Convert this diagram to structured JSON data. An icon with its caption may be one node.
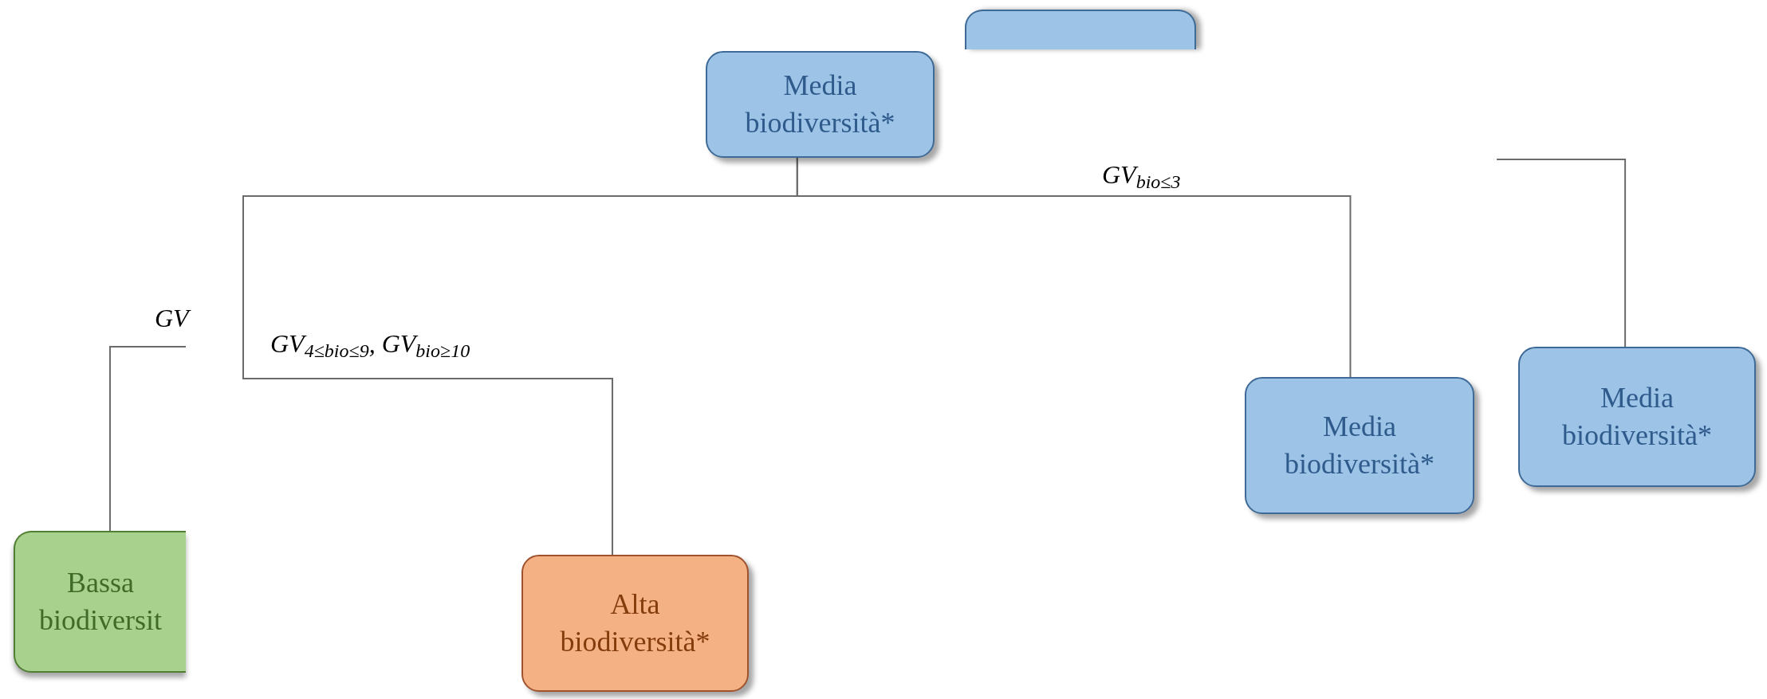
{
  "diagram": {
    "nodes": [
      {
        "text": [],
        "shape": "box"
      },
      {
        "text": [
          "Media biodiversità*"
        ]
      },
      {
        "text": [
          "Media biodiversità*"
        ]
      },
      {
        "text": [
          "Media biodiversità*"
        ]
      },
      {
        "text": [
          "Bassa biodiversit"
        ]
      },
      {
        "text": [
          "Alta biodiversità*"
        ]
      }
    ],
    "edges": [
      {
        "from": 1,
        "to": 2,
        "arrow": "none",
        "label": "GV$_{bio≤3}$"
      },
      {
        "from": 1,
        "to": 5,
        "arrow": "none",
        "label": "GV$_{4≤bio≤9}$, GV$_{bio≥10}$"
      },
      {
        "from": null,
        "to": 4,
        "arrow": "none",
        "label": "GV"
      },
      {
        "from": null,
        "to": 3,
        "arrow": "none"
      }
    ]
  }
}
